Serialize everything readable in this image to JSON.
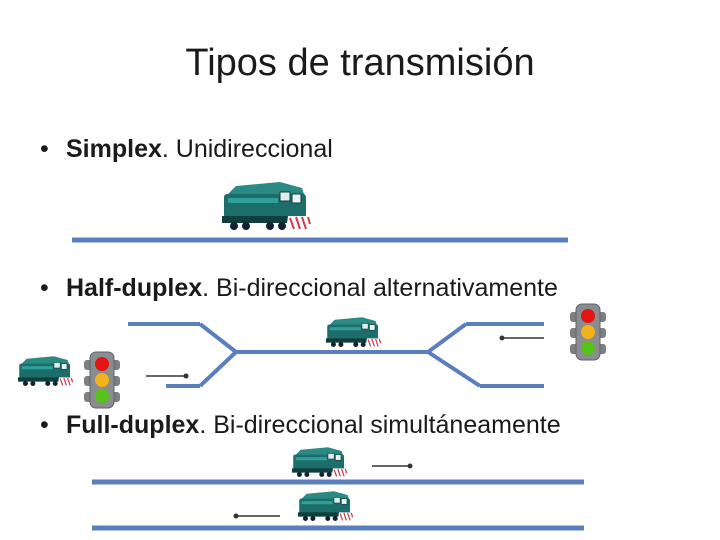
{
  "slide": {
    "title": "Tipos de transmisión"
  },
  "bullets": [
    {
      "term": "Simplex",
      "description": ". Unidireccional"
    },
    {
      "term": "Half-duplex",
      "description": ". Bi-direccional alternativamente"
    },
    {
      "term": "Full-duplex",
      "description": ". Bi-direccional simultáneamente"
    }
  ],
  "colors": {
    "track": "#5b7fbd",
    "train_body": "#1d6e6a",
    "train_dark": "#0f3f3d",
    "stripe": "#d23b4b",
    "light_red": "#e31414",
    "light_amber": "#f2b21b",
    "light_green": "#57c21a",
    "light_housing": "#7c7f82"
  },
  "icons": [
    "train-icon",
    "traffic-light-icon",
    "arrow-icon"
  ]
}
